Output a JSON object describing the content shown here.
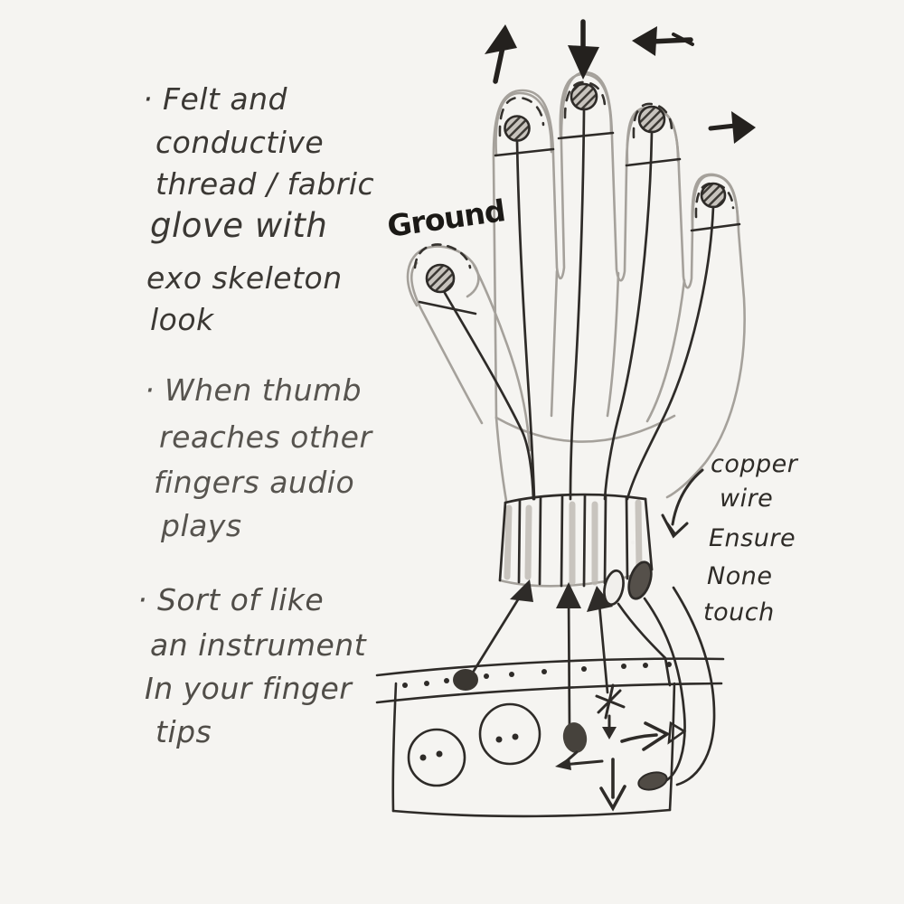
{
  "sketch": {
    "notes": {
      "felt": {
        "lines": [
          "· Felt and",
          "conductive",
          "thread / fabric",
          "glove with",
          "exo skeleton",
          "look"
        ]
      },
      "thumb": {
        "lines": [
          "· When thumb",
          "reaches other",
          "fingers audio",
          "plays"
        ]
      },
      "instrument": {
        "lines": [
          "· Sort of like",
          "an instrument",
          "In your finger",
          "tips"
        ]
      }
    },
    "ground_label": "Ground",
    "copper_note": {
      "lines": [
        "copper",
        "wire",
        "Ensure",
        "None",
        "touch"
      ]
    },
    "icons": {
      "top_arrows": [
        "arrow-up-icon",
        "arrow-down-icon",
        "arrow-left-icon",
        "arrow-right-icon"
      ],
      "copper_pointer": "curved-arrow-down-left-icon",
      "fingertip_pads": "hatched-contact-pad-icon",
      "board_marks": [
        "right-arrow-icon",
        "down-arrow-icon",
        "asterisk-mark",
        "solder-blob"
      ]
    },
    "colors": {
      "paper": "#f5f4f1",
      "ink": "#2e2b28",
      "pencil": "#a5a19b",
      "marker": "#1b1916"
    }
  }
}
